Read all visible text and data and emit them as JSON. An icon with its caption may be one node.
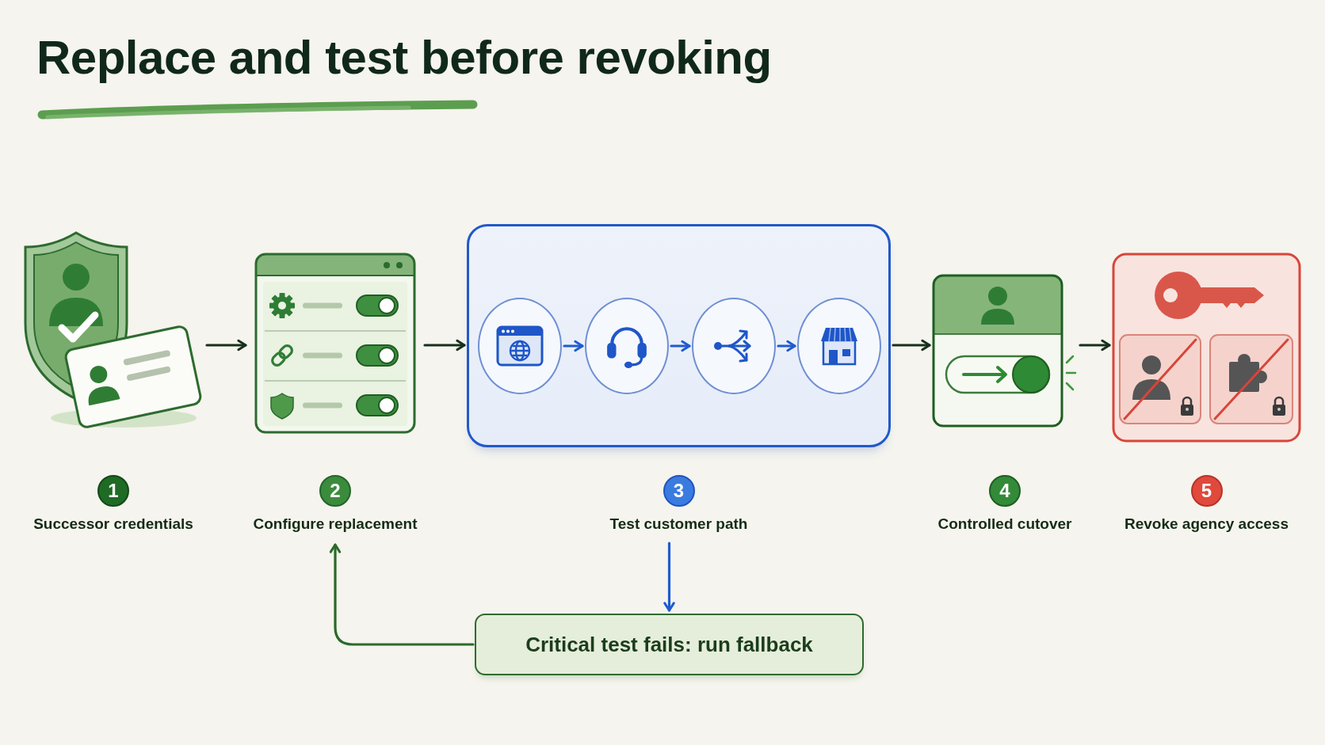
{
  "diagram": {
    "title": "Replace and test before revoking",
    "nodes": [
      {
        "text": [
          "1",
          "Successor credentials"
        ]
      },
      {
        "text": [
          "2",
          "Configure replacement"
        ]
      },
      {
        "text": [
          "3",
          "Test customer path"
        ]
      },
      {
        "text": [],
        "shape": "circle",
        "in": 2
      },
      {
        "text": [],
        "shape": "circle",
        "in": 2
      },
      {
        "text": [],
        "shape": "circle",
        "in": 2
      },
      {
        "text": [],
        "shape": "circle",
        "in": 2
      },
      {
        "text": [
          "4",
          "Controlled cutover"
        ]
      },
      {
        "text": [
          "5",
          "Revoke agency access"
        ]
      },
      {
        "text": [
          "Critical test fails: run fallback"
        ]
      }
    ],
    "edges": [
      {
        "from": 0,
        "to": 1,
        "arrow": "to"
      },
      {
        "from": 1,
        "to": 2,
        "arrow": "to"
      },
      {
        "from": 3,
        "to": 4,
        "arrow": "to",
        "color": "#1f5bd1"
      },
      {
        "from": 4,
        "to": 5,
        "arrow": "to",
        "color": "#1f5bd1"
      },
      {
        "from": 5,
        "to": 6,
        "arrow": "to",
        "color": "#1f5bd1"
      },
      {
        "from": 2,
        "to": 7,
        "arrow": "to"
      },
      {
        "from": 7,
        "to": 8,
        "arrow": "to"
      },
      {
        "from": 2,
        "to": 9,
        "arrow": "to",
        "color": "#1f5bd1"
      },
      {
        "from": 9,
        "to": 1,
        "arrow": "to",
        "color": "#2a6a2a"
      }
    ]
  }
}
